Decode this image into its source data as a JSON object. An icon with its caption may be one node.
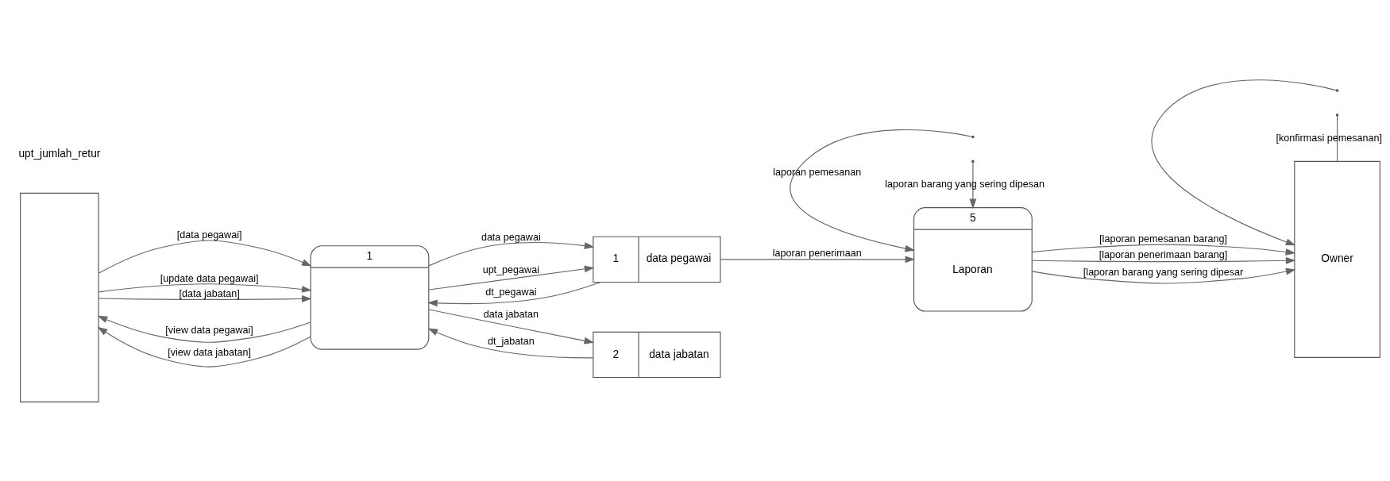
{
  "diagram": {
    "nodes": [
      {
        "text": [],
        "shape": "box"
      },
      {
        "text": [
          "1"
        ]
      },
      {
        "text": [
          "1",
          "data pegawai"
        ]
      },
      {
        "text": [
          "2",
          "data jabatan"
        ]
      },
      {
        "text": [
          "Owner"
        ]
      },
      {
        "text": [
          "5",
          "Laporan"
        ]
      }
    ],
    "edges": [
      {
        "from": 0,
        "to": 1,
        "arrow": "to",
        "label": "[data pegawai]"
      },
      {
        "from": 1,
        "to": 0,
        "arrow": "to",
        "label": "[view data pegawai]"
      },
      {
        "from": 0,
        "to": 1,
        "arrow": "to",
        "label": "[update data pegawai]"
      },
      {
        "from": 0,
        "to": 1,
        "arrow": "to",
        "label": "[data jabatan]"
      },
      {
        "from": 1,
        "to": 0,
        "arrow": "to",
        "label": "[view data jabatan]"
      },
      {
        "from": 1,
        "to": 2,
        "arrow": "to",
        "label": "data pegawai"
      },
      {
        "from": 2,
        "to": 1,
        "arrow": "to",
        "label": "dt_pegawai"
      },
      {
        "from": 1,
        "to": 2,
        "arrow": "to",
        "label": "upt_pegawai"
      },
      {
        "from": 1,
        "to": 3,
        "arrow": "to",
        "label": "data jabatan"
      },
      {
        "from": 3,
        "to": 1,
        "arrow": "to",
        "label": "dt_jabatan"
      },
      {
        "from": 5,
        "to": 4,
        "arrow": "to",
        "label": "[laporan pemesanan barang]"
      },
      {
        "from": 5,
        "to": 4,
        "arrow": "to",
        "label": "[laporan penerimaan barang]"
      },
      {
        "from": 5,
        "to": 4,
        "arrow": "to",
        "label": "[laporan barang yang sering dipesar"
      },
      {
        "from": null,
        "to": 5,
        "arrow": "to",
        "label": "laporan pemesanan"
      },
      {
        "from": 2,
        "to": 5,
        "arrow": "to",
        "label": "laporan penerimaan"
      },
      {
        "from": null,
        "to": 5,
        "arrow": "to",
        "label": "laporan barang yang sering dipesan"
      },
      {
        "from": null,
        "to": 4,
        "arrow": "to"
      },
      {
        "from": null,
        "to": 4,
        "arrow": "none",
        "label": "[konfirmasi pemesanan]"
      }
    ],
    "labels": [
      "upt_jumlah_retur"
    ]
  }
}
